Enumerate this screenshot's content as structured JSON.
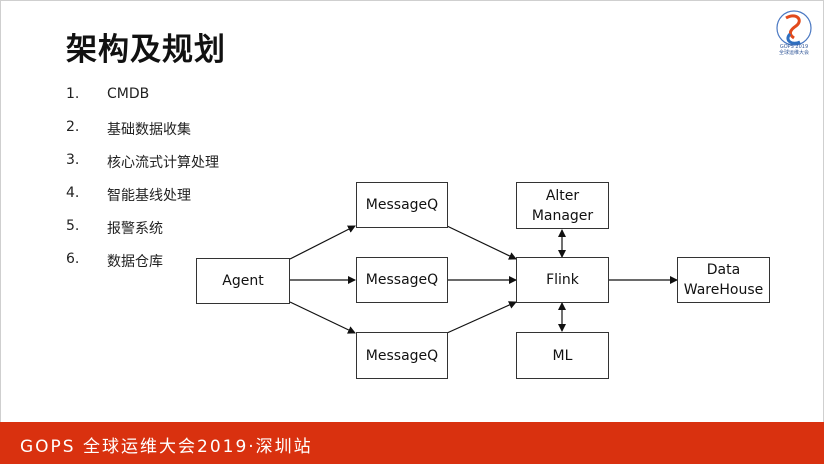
{
  "slide": {
    "title": "架构及规划",
    "footer": "GOPS 全球运维大会2019·深圳站",
    "logo": {
      "text": "GOPS 2019\n全球运维大会"
    }
  },
  "list": [
    {
      "num": "1.",
      "text": "CMDB"
    },
    {
      "num": "2.",
      "text": "基础数据收集"
    },
    {
      "num": "3.",
      "text": "核心流式计算处理"
    },
    {
      "num": "4.",
      "text": "智能基线处理"
    },
    {
      "num": "5.",
      "text": "报警系统"
    },
    {
      "num": "6.",
      "text": "数据仓库"
    }
  ],
  "diagram": {
    "agent": "Agent",
    "mq1": "MessageQ",
    "mq2": "MessageQ",
    "mq3": "MessageQ",
    "flink": "Flink",
    "alter_line1": "Alter",
    "alter_line2": "Manager",
    "ml": "ML",
    "dw_line1": "Data",
    "dw_line2": "WareHouse"
  }
}
